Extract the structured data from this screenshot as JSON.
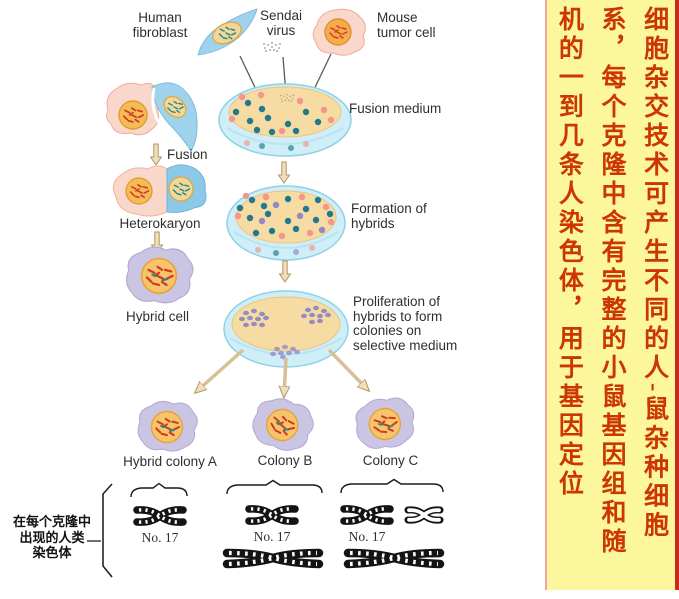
{
  "figure": {
    "labels": {
      "human_fibroblast": [
        "Human",
        "fibroblast"
      ],
      "sendai_virus": [
        "Sendai",
        "virus"
      ],
      "mouse_tumor_cell": [
        "Mouse",
        "tumor cell"
      ],
      "fusion_medium": "Fusion medium",
      "fusion": "Fusion",
      "heterokaryon": "Heterokaryon",
      "hybrid_cell": "Hybrid cell",
      "formation_of_hybrids": [
        "Formation of",
        "hybrids"
      ],
      "proliferation": [
        "Proliferation of",
        "hybrids to form",
        "colonies on",
        "selective medium"
      ],
      "hybrid_colony_a": "Hybrid colony A",
      "colony_b": "Colony B",
      "colony_c": "Colony C",
      "chromosome_no17": "No. 17"
    },
    "left_annotation": {
      "lines": [
        "在每个克隆中",
        "出现的人类",
        "染色体"
      ]
    }
  },
  "caption": {
    "full_text": "细胞杂交技术可产生不同的人-鼠杂种细胞系，每个克隆中含有完整的小鼠基因组和随机的一到几条人染色体，用于基因定位",
    "columns": [
      "细胞杂交技术可产生不同的人-鼠杂种细胞",
      "系，每个克隆中含有完整的小鼠基因组和随",
      "机的一到几条人染色体，用于基因定位"
    ],
    "text_color": "#cc3603",
    "background": "#fcf79c"
  },
  "palette": {
    "panel_yellow": "#fcf79c",
    "caption_red": "#cc3603",
    "dish_rim_blue": "#cfeef7",
    "dish_medium_tan": "#f6dba2",
    "teal_dot": "#20798e",
    "salmon_dot": "#f4958e",
    "colony_purple": "#958cc4",
    "arrow_tan": "#eedfbd",
    "human_cell_blue": "#9fd2ec",
    "mouse_cell_pink": "#f9d7ca",
    "hybrid_cell_lavender": "#cbc5e4",
    "nucleus_orange": "#f5bc56",
    "nucleus_tan": "#f3d69c"
  }
}
